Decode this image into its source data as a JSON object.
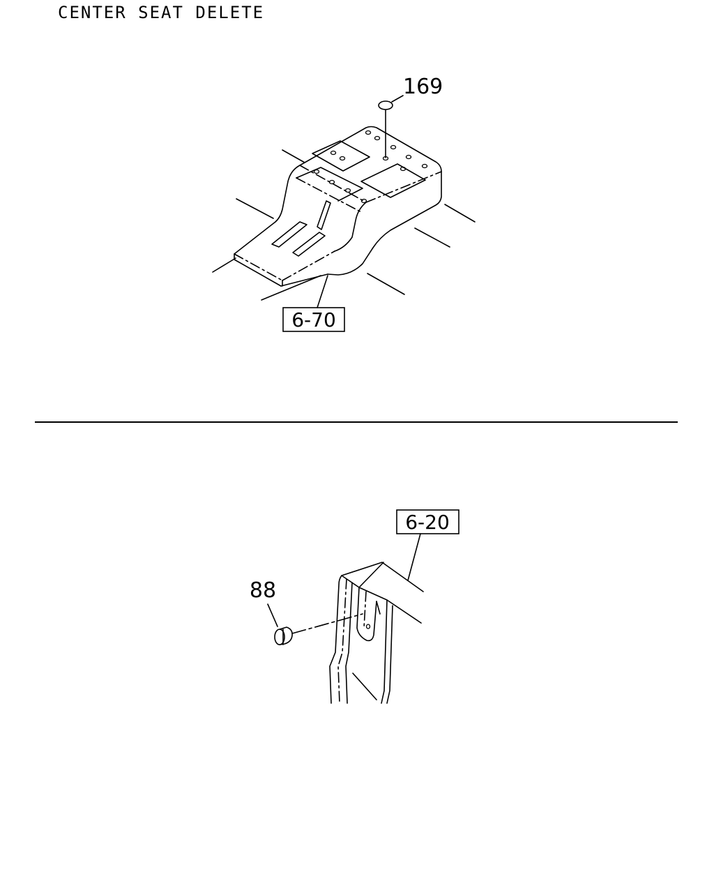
{
  "title": "CENTER SEAT DELETE",
  "upper": {
    "callout_part": "169",
    "ref_box": "6-70"
  },
  "lower": {
    "callout_part": "88",
    "ref_box": "6-20"
  }
}
